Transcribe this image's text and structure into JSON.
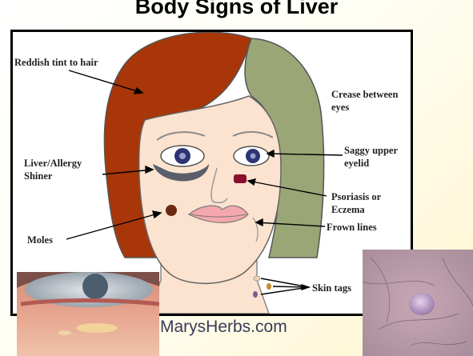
{
  "slide": {
    "title": "Body Signs of Liver",
    "website": "MarysHerbs.com"
  },
  "labels": {
    "hair": "Reddish tint to hair",
    "crease_line1": "Crease between",
    "crease_line2": "eyes",
    "saggy_line1": "Saggy upper",
    "saggy_line2": "eyelid",
    "shiner_line1": "Liver/Allergy",
    "shiner_line2": "Shiner",
    "psoriasis_line1": "Psoriasis or",
    "psoriasis_line2": "Eczema",
    "frown": "Frown lines",
    "moles": "Moles",
    "skin_tags": "Skin tags"
  },
  "colors": {
    "hair_red": "#a83608",
    "hair_green": "#9aa676",
    "skin": "#fbe3d0",
    "iris": "#2c3475",
    "shiner": "#5a5f6a",
    "psoriasis": "#8b0e2e",
    "mole": "#6b2812",
    "lips": "#f4a7ad"
  }
}
